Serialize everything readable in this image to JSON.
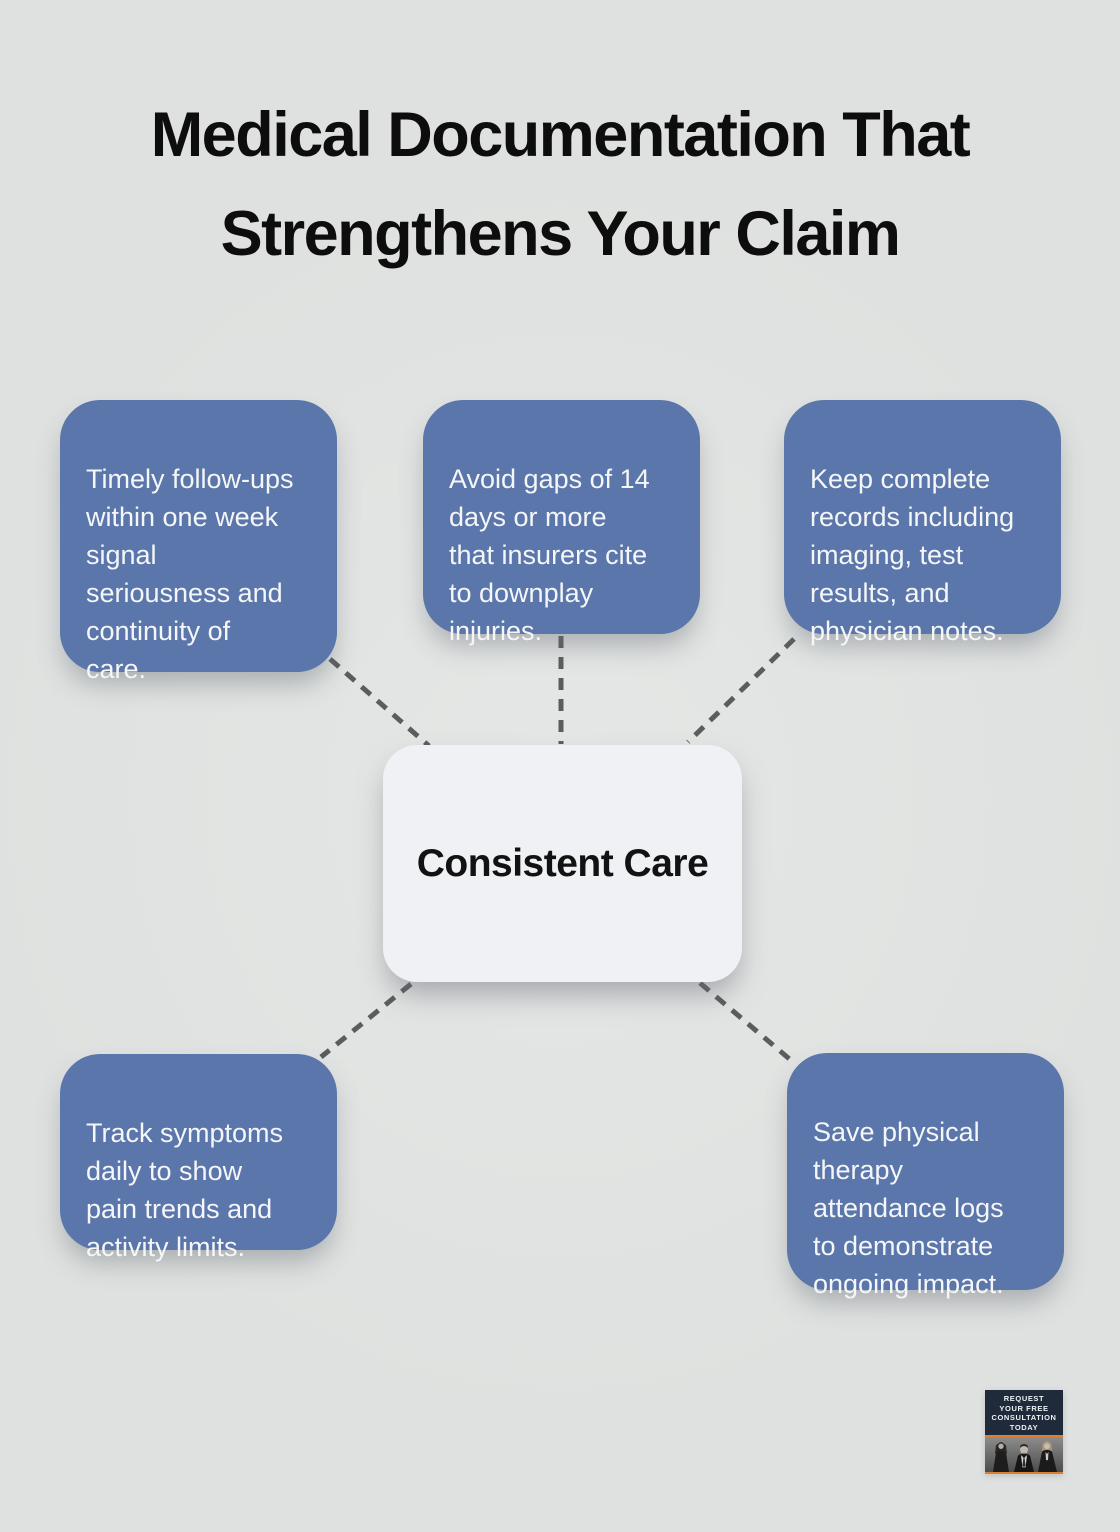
{
  "title": {
    "line1": "Medical Documentation That",
    "line2": "Strengthens Your Claim"
  },
  "center": {
    "label": "Consistent Care"
  },
  "nodes": {
    "top_left": {
      "text": "Timely follow-ups\nwithin one week\nsignal\nseriousness and\ncontinuity of\ncare."
    },
    "top_middle": {
      "text": "Avoid gaps of 14\ndays or more\nthat insurers cite\nto downplay\ninjuries."
    },
    "top_right": {
      "text": "Keep complete\nrecords including\nimaging, test\nresults, and\nphysician notes."
    },
    "bottom_left": {
      "text": "Track symptoms\ndaily to show\npain trends and\nactivity limits."
    },
    "bottom_right": {
      "text": "Save physical\ntherapy\nattendance logs\nto demonstrate\nongoing impact."
    }
  },
  "badge": {
    "text": "REQUEST\nYOUR FREE\nCONSULTATION\nTODAY"
  },
  "colors": {
    "bg": "#dfe1e0",
    "node_blue": "#5b76aa",
    "node_text": "#f4f6f8",
    "center_bg": "#f0f1f4",
    "center_text": "#121212",
    "title_text": "#0d0d0d",
    "connector": "#5a5d5e",
    "badge_navy": "#1f2b3a",
    "badge_orange": "#dd7e30"
  }
}
